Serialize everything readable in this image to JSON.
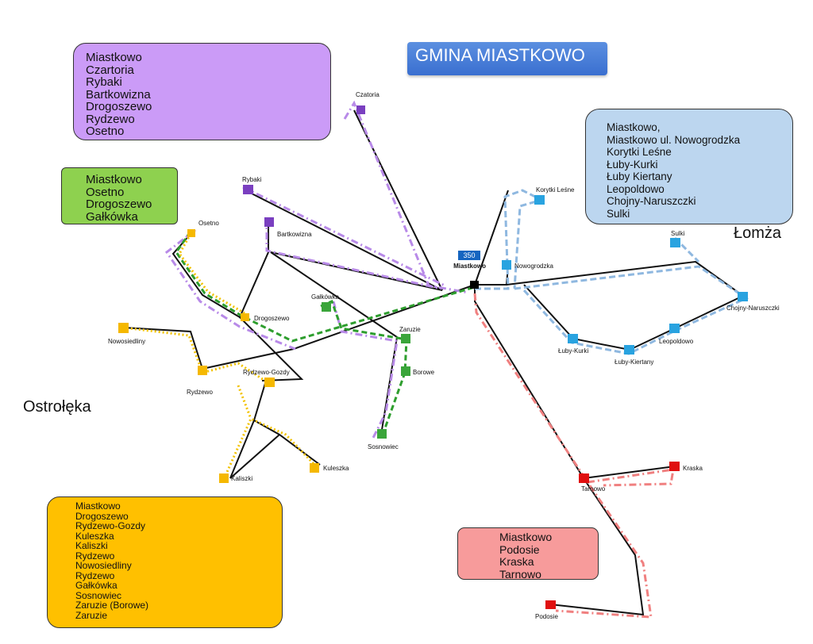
{
  "title": "GMINA MIASTKOWO",
  "route_number": "350",
  "regions": {
    "west": "Ostrołęka",
    "east": "Łomża"
  },
  "legends": {
    "purple": {
      "color": "#cb9bf7",
      "lines": [
        "Miastkowo",
        "Czartoria",
        "Rybaki",
        "Bartkowizna",
        "Drogoszewo",
        "Rydzewo",
        "Osetno"
      ]
    },
    "green": {
      "color": "#8ed14f",
      "lines": [
        "Miastkowo",
        "Osetno",
        "Drogoszewo",
        "Gałkówka"
      ]
    },
    "blue": {
      "color": "#bcd6ef",
      "lines": [
        "Miastkowo,",
        "Miastkowo ul. Nowogrodzka",
        "Korytki Leśne",
        "Łuby-Kurki",
        "Łuby Kiertany",
        "Leopoldowo",
        "Chojny-Naruszczki",
        "Sulki"
      ]
    },
    "yellow": {
      "color": "#ffc000",
      "lines": [
        "Miastkowo",
        "Drogoszewo",
        "Rydzewo-Gozdy",
        "Kuleszka",
        "Kaliszki",
        "Rydzewo",
        "Nowosiedliny",
        "Rydzewo",
        "Gałkówka",
        "Sosnowiec",
        "Zaruzie (Borowe)",
        "Zaruzie"
      ]
    },
    "red": {
      "color": "#f79b9b",
      "lines": [
        "Miastkowo",
        "Podosie",
        "Kraska",
        "Tarnowo"
      ]
    }
  },
  "stops": {
    "miastkowo": "Miastkowo",
    "czatoria": "Czatoria",
    "rybaki": "Rybaki",
    "bartkowizna": "Bartkowizna",
    "osetno": "Osetno",
    "drogoszewo": "Drogoszewo",
    "galkowka": "Gałkówka",
    "zaruzie": "Zaruzie",
    "borowe": "Borowe",
    "sosnowiec": "Sosnowiec",
    "nowosiedliny": "Nowosiedliny",
    "rydzewo_gozdy": "Rydzewo-Gozdy",
    "rydzewo": "Rydzewo",
    "kaliszki": "Kaliszki",
    "kuleszka": "Kuleszka",
    "korytki": "Korytki Leśne",
    "nowogrodzka": "Nowogrodzka",
    "sulki": "Sulki",
    "chojny": "Chojny-Naruszczki",
    "leopoldowo": "Leopoldowo",
    "luby_kiertany": "Łuby-Kiertany",
    "luby_kurki": "Łuby-Kurki",
    "tarnowo": "Tarnowo",
    "kraska": "Kraska",
    "podosie": "Podosie"
  },
  "colors": {
    "road": "#111111",
    "purple_route": "#b88ae8",
    "green_route": "#2e9e2e",
    "blue_route": "#8fb8e0",
    "yellow_route": "#f2c200",
    "red_route": "#f08080",
    "stop_purple": "#7a3fc0",
    "stop_green": "#3aa53a",
    "stop_blue": "#29a3e0",
    "stop_yellow": "#f5b800",
    "stop_red": "#e01010"
  }
}
